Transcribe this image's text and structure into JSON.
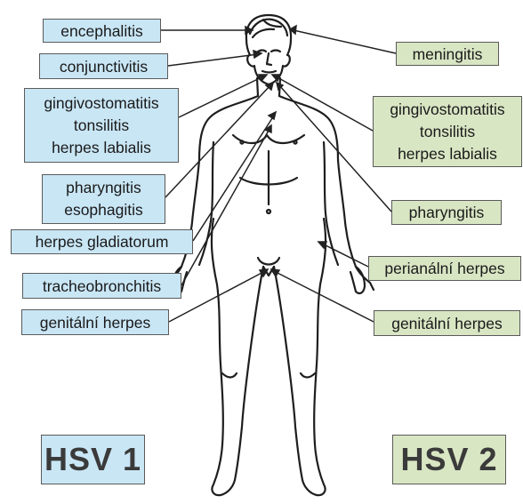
{
  "colors": {
    "hsv1_fill": "#c9e6f5",
    "hsv2_fill": "#d9e6c4",
    "box_border": "#5a5a5a",
    "line": "#222222"
  },
  "hsv1": {
    "title": "HSV 1",
    "labels": {
      "encephalitis": "encephalitis",
      "conjunctivitis": "conjunctivitis",
      "oral_1": "gingivostomatitis",
      "oral_2": "tonsilitis",
      "oral_3": "herpes labialis",
      "pharyng_1": "pharyngitis",
      "pharyng_2": "esophagitis",
      "gladiatorum": "herpes gladiatorum",
      "tracheo": "tracheobronchitis",
      "genital": "genitální herpes"
    }
  },
  "hsv2": {
    "title": "HSV 2",
    "labels": {
      "meningitis": "meningitis",
      "oral_1": "gingivostomatitis",
      "oral_2": "tonsilitis",
      "oral_3": "herpes labialis",
      "pharyngitis": "pharyngitis",
      "perianal": "perianální herpes",
      "genital": "genitální herpes"
    }
  }
}
